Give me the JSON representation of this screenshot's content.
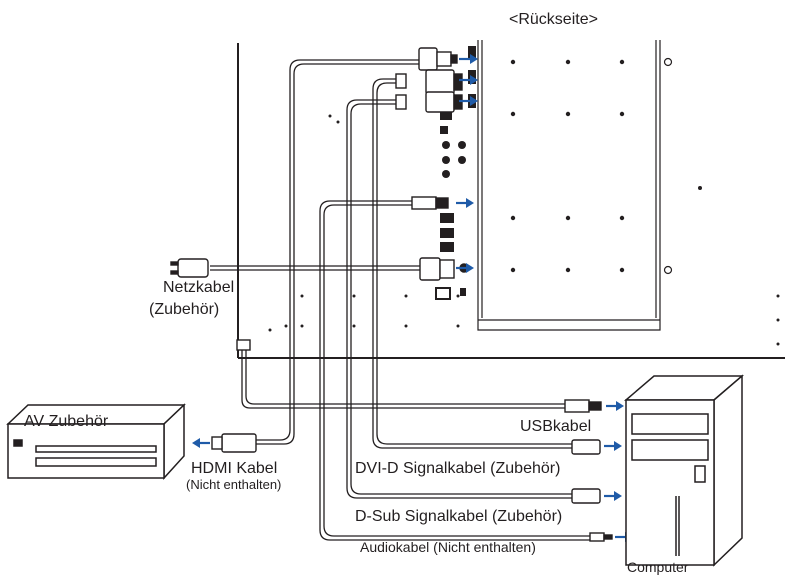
{
  "labels": {
    "rear_side": "<Rückseite>",
    "power_cable": "Netzkabel",
    "power_cable_note": "(Zubehör)",
    "av_device": "AV Zubehör",
    "hdmi_cable": "HDMI  Kabel",
    "hdmi_note": "(Nicht enthalten)",
    "usb_cable": "USBkabel",
    "dvi_cable": "DVI-D Signalkabel (Zubehör)",
    "dsub_cable": "D-Sub Signalkabel (Zubehör)",
    "audio_cable": "Audiokabel (Nicht enthalten)",
    "computer": "Computer"
  },
  "colors": {
    "line": "#231f20",
    "arrow": "#1f5ba8"
  }
}
